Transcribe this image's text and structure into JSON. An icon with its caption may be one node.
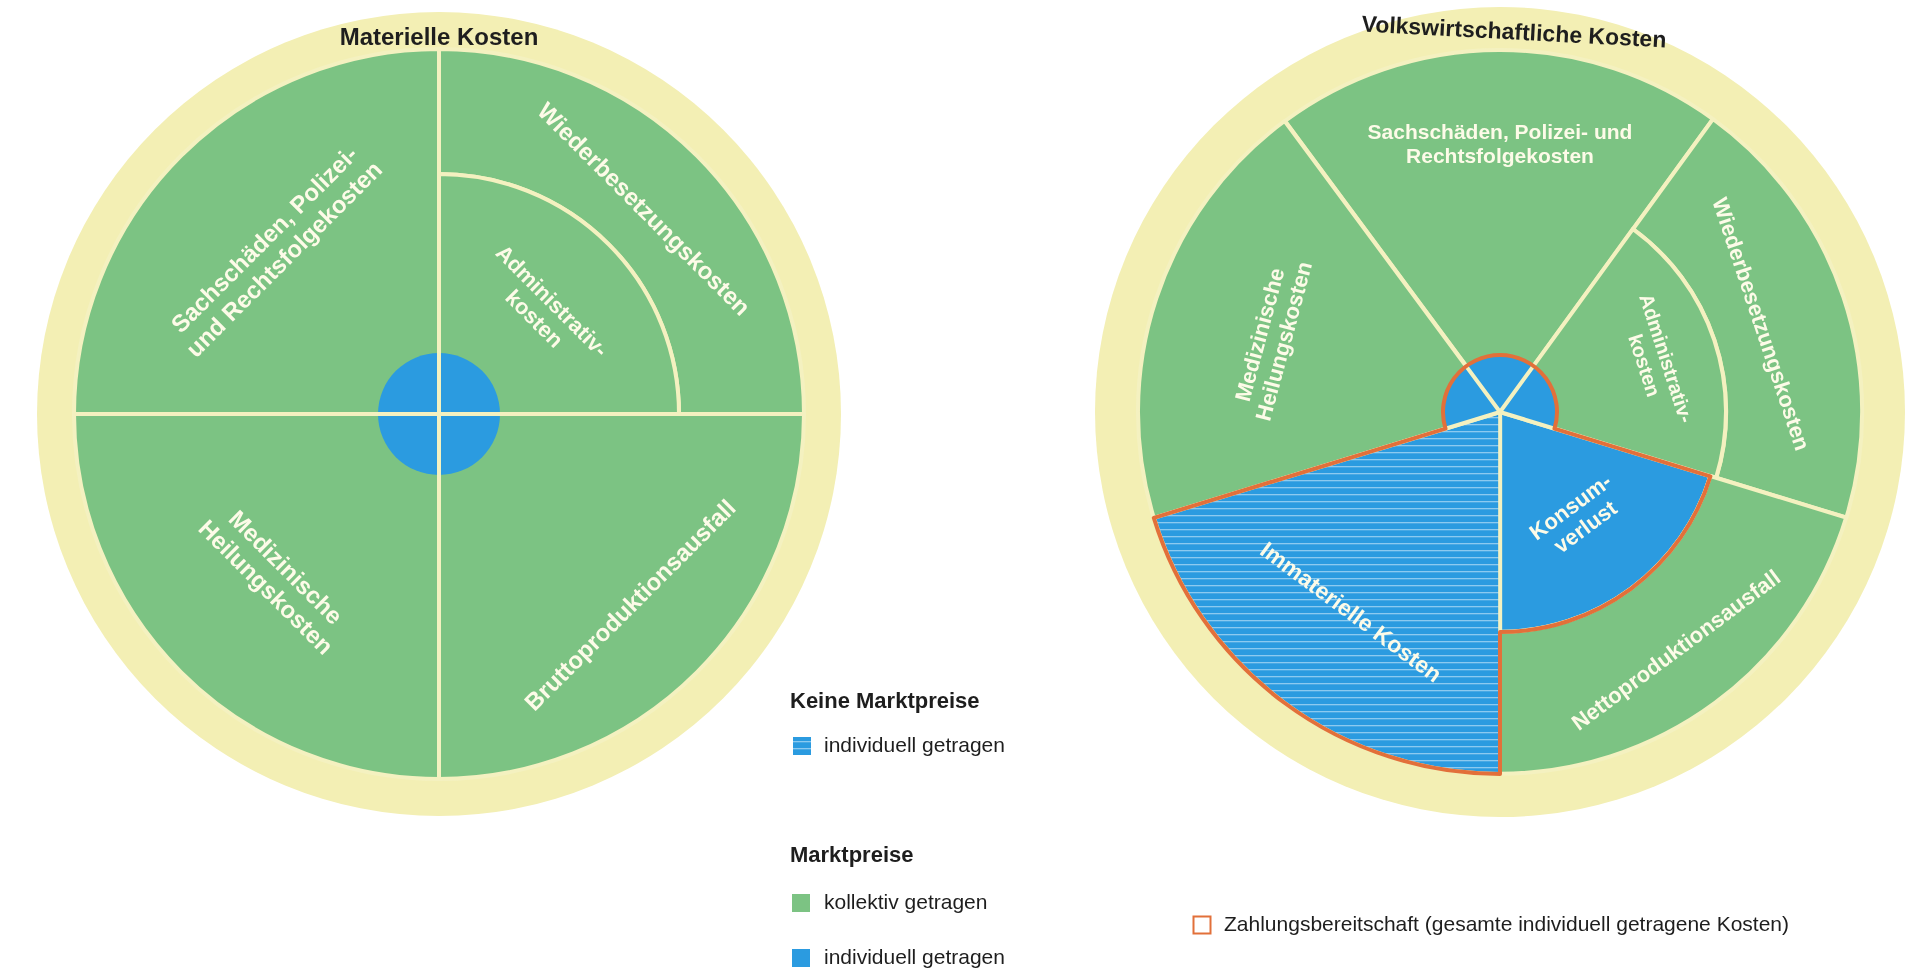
{
  "diagram": {
    "nodes": [
      {
        "text": [
          "Materielle Kosten"
        ]
      },
      {
        "text": [
          "Sachschäden, Polizei- und Rechtsfolgekosten"
        ],
        "in": 0
      },
      {
        "text": [
          "Wiederbesetzungskosten"
        ],
        "in": 0
      },
      {
        "text": [
          "Administrativ- kosten"
        ],
        "in": 0
      },
      {
        "text": [
          "Medizinische Heilungskosten"
        ],
        "in": 0
      },
      {
        "text": [
          "Bruttoproduktionsausfall"
        ],
        "in": 0
      },
      {
        "text": [
          "Volkswirtschaftliche Kosten"
        ]
      },
      {
        "text": [
          "Sachschäden, Polizei- und Rechtsfolgekosten"
        ],
        "in": 6
      },
      {
        "text": [
          "Medizinische Heilungskosten"
        ],
        "in": 6
      },
      {
        "text": [
          "Wiederbesetzungskosten"
        ],
        "in": 6
      },
      {
        "text": [
          "Administrativ- kosten"
        ],
        "in": 6
      },
      {
        "text": [
          "Konsum- verlust"
        ],
        "in": 6
      },
      {
        "text": [
          "Immaterielle Kosten"
        ],
        "in": 6
      },
      {
        "text": [
          "Nettoproduktionsausfall"
        ],
        "in": 6
      }
    ],
    "labels": [
      "Keine Marktpreise",
      "Marktpreise"
    ],
    "legend": [
      {
        "text": "individuell getragen"
      },
      {
        "text": "kollektiv getragen",
        "color": "#7cc383"
      },
      {
        "text": "individuell getragen",
        "color": "#2b9be0"
      },
      {
        "text": "Zahlungsbereitschaft (gesamte individuell getragene Kosten)"
      }
    ]
  }
}
